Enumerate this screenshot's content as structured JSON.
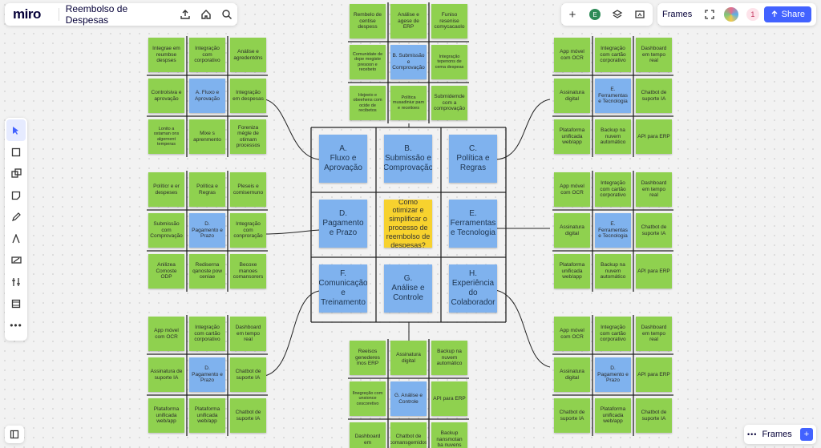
{
  "app": {
    "logo": "miro",
    "board_title": "Reembolso de Despesas"
  },
  "right_bar": {
    "frames_label": "Frames",
    "share_label": "Share",
    "badge_e": "E",
    "notifications": "1"
  },
  "bottom_bar": {
    "frames_label": "Frames",
    "plus": "+"
  },
  "colors": {
    "green": "#8fd14f",
    "blue": "#7fb2ee",
    "yellow": "#f7d22e",
    "accent": "#4262ff"
  },
  "icons": [
    "upload-icon",
    "home-icon",
    "search-icon",
    "plus-icon",
    "layers-icon",
    "presentation-icon",
    "fullscreen-icon",
    "select-icon",
    "frame-icon",
    "shapes-icon",
    "sticky-note-icon",
    "pen-icon",
    "connector-icon",
    "comment-icon",
    "grid-icon",
    "panel-icon",
    "more-icon"
  ],
  "center": {
    "notes": [
      {
        "t": "A.\nFluxo e\nAprovação",
        "c": "b"
      },
      {
        "t": "B.\nSubmissão e\nComprovação",
        "c": "b"
      },
      {
        "t": "C.\nPolítica e\nRegras",
        "c": "b"
      },
      {
        "t": "D.\nPagamento\ne Prazo",
        "c": "b"
      },
      {
        "t": "Como otimizar e simplificar o processo de reembolso de despesas?",
        "c": "y"
      },
      {
        "t": "E.\nFerramentas\ne Tecnologia",
        "c": "b"
      },
      {
        "t": "F.\nComunicação\ne Treinamento",
        "c": "b"
      },
      {
        "t": "G.\nAnálise e\nControle",
        "c": "b"
      },
      {
        "t": "H.\nExperiência do\nColaborador",
        "c": "b"
      }
    ]
  },
  "clusters": {
    "A": [
      "Integrae em reumbse despses",
      "Integração com corporativo",
      "Análise e agredentdns",
      "Controlsiva e aprovação",
      "A. Fluxo e Aprovação",
      "Integração em despesas",
      "Lonito a ostaman ons algernent temperas",
      "Mixe s aprenmento",
      "Foreniza mégle de otimam processos"
    ],
    "B": [
      "Rembelo de centise despess",
      "Análise e agese de ERP",
      "Funiso resenise comycacaolo",
      "Comunidate de dope megiste presoon e recebeto",
      "B. Submissão e Comprovação",
      "Integração tepenons de cema despeas",
      "Hejeeio e obeehens com ocide de recibetos",
      "Política musadiniur pam e receitoes",
      "Submidemde com a comprovação"
    ],
    "C": [
      "App móvel com OCR",
      "Integração com cartão corporativo",
      "Dashboard em tempo real",
      "Assinatura digital",
      "E. Ferramentas e Tecnologia",
      "Chatbot de suporte IA",
      "Plataforma unificada web/app",
      "Backup na nuvem automático",
      "API para ERP"
    ],
    "D": [
      "Políticr e er despeses",
      "Política e Regras",
      "Pleseis e comisernuno",
      "Submissão com Comprovação",
      "D. Pagamento e Prazo",
      "Integração com conproração",
      "Anilizea Comoste ODP",
      "Rediserna qanoste pow ceniae",
      "Becoxe manoes comansorers"
    ],
    "E": [
      "App móvel com OCR",
      "Integração com cartão corporativo",
      "Dashboard em tempo real",
      "Assinatura digital",
      "E. Ferramentas e Tecnologia",
      "Chatbot de suporte IA",
      "Plataforma unificada web/app",
      "Backup na nuvem automático",
      "API para ERP"
    ],
    "F": [
      "App móvel com OCR",
      "Integração com cartão corporativo",
      "Dashboard em tempo real",
      "Assinatura de suporte IA",
      "D. Pagamento e Prazo",
      "Chatbot de suporte IA",
      "Plataforma unificada web/app",
      "Plataforma unificada web/app",
      "Chatbot de suporte IA"
    ],
    "G": [
      "Reeisos genederes mos ERP",
      "Assinatura digital",
      "Backup na nuvem automático",
      "Ilnegreção com unsionce cescoretivo",
      "G. Análise e Controle",
      "API para ERP",
      "Dashboard em",
      "Chatbot de comansgemidos",
      "Backup nansmotan ba nuvens"
    ],
    "H": [
      "App móvel com OCR",
      "Integração com cartão corporativo",
      "Dashboard em tempo real",
      "Assinatura digital",
      "D. Pagamento e Prazo",
      "API para ERP",
      "Chatbot de suporte IA",
      "Plataforma unificada web/app",
      "Chatbot de suporte IA"
    ]
  }
}
